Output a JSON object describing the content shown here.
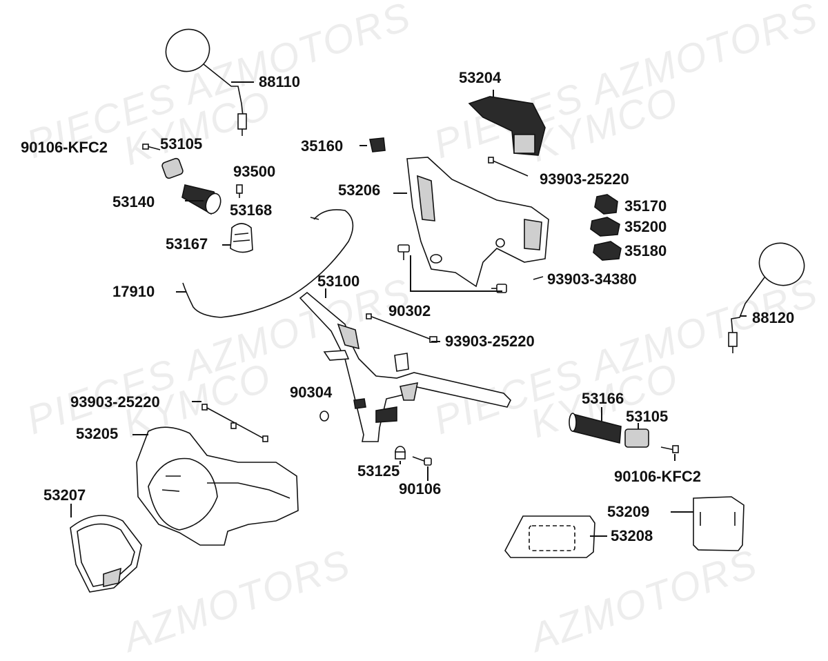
{
  "watermarks": {
    "brand_pieces": "PIECES AZMOTORS",
    "brand_kymco": "KYMCO",
    "brand_short": "AZMOTORS"
  },
  "parts": {
    "mirror_left": "88110",
    "mirror_right": "88120",
    "bolt_left": "90106-KFC2",
    "bolt_right": "90106-KFC2",
    "end_weight_left": "53105",
    "end_weight_right": "53105",
    "grip_left": "53140",
    "grip_right": "53166",
    "screw_93500": "93500",
    "switch_holder": "53168",
    "switch_53167": "53167",
    "cable": "17910",
    "connector_35160": "35160",
    "cover_53204": "53204",
    "screw_25220_top": "93903-25220",
    "cover_53206": "53206",
    "switch_35170": "35170",
    "switch_35200": "35200",
    "switch_35180": "35180",
    "handlebar": "53100",
    "screw_34380": "93903-34380",
    "bolt_90302": "90302",
    "screw_25220_mid": "93903-25220",
    "screw_25220_left": "93903-25220",
    "nut_90304": "90304",
    "front_cover": "53205",
    "lens_53207": "53207",
    "collar_53125": "53125",
    "bolt_90106": "90106",
    "plate_53209": "53209",
    "lens_53208": "53208"
  }
}
